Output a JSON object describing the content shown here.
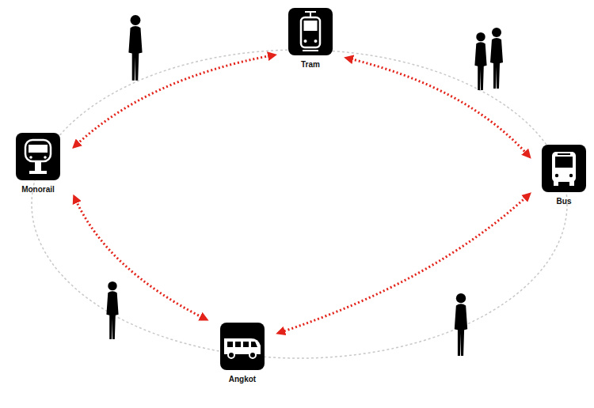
{
  "diagram": {
    "nodes": [
      {
        "text": [
          "Tram"
        ]
      },
      {
        "text": [
          "Monorail"
        ]
      },
      {
        "text": [
          "Bus"
        ]
      },
      {
        "text": [
          "Angkot"
        ]
      }
    ],
    "edges": [
      {
        "from": 0,
        "to": 1,
        "arrow": "both"
      },
      {
        "from": 0,
        "to": 2,
        "arrow": "both"
      },
      {
        "from": 2,
        "to": 3,
        "arrow": "both"
      },
      {
        "from": 3,
        "to": 1,
        "arrow": "both"
      }
    ]
  }
}
